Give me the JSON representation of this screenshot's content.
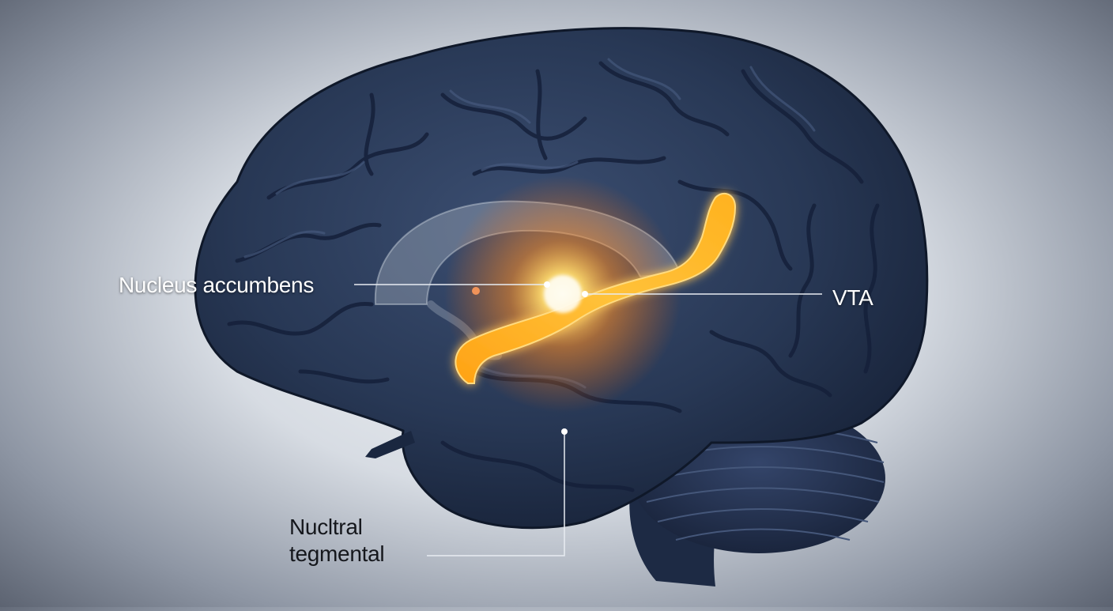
{
  "labels": {
    "nucleus_accumbens": "Nucleus accumbens",
    "vta": "VTA",
    "tegmental_line1": "Nucltral",
    "tegmental_line2": "tegmental"
  },
  "colors": {
    "brain_fill": "#2a3a57",
    "brain_gyri": "#3a4d6e",
    "brain_sulci": "#16213a",
    "highlight": "#ffb020",
    "glow": "#fff3c4",
    "leader_line": "#e8ecf2"
  },
  "icons": {
    "brain": "brain-illustration",
    "pathway": "dopamine-pathway"
  }
}
